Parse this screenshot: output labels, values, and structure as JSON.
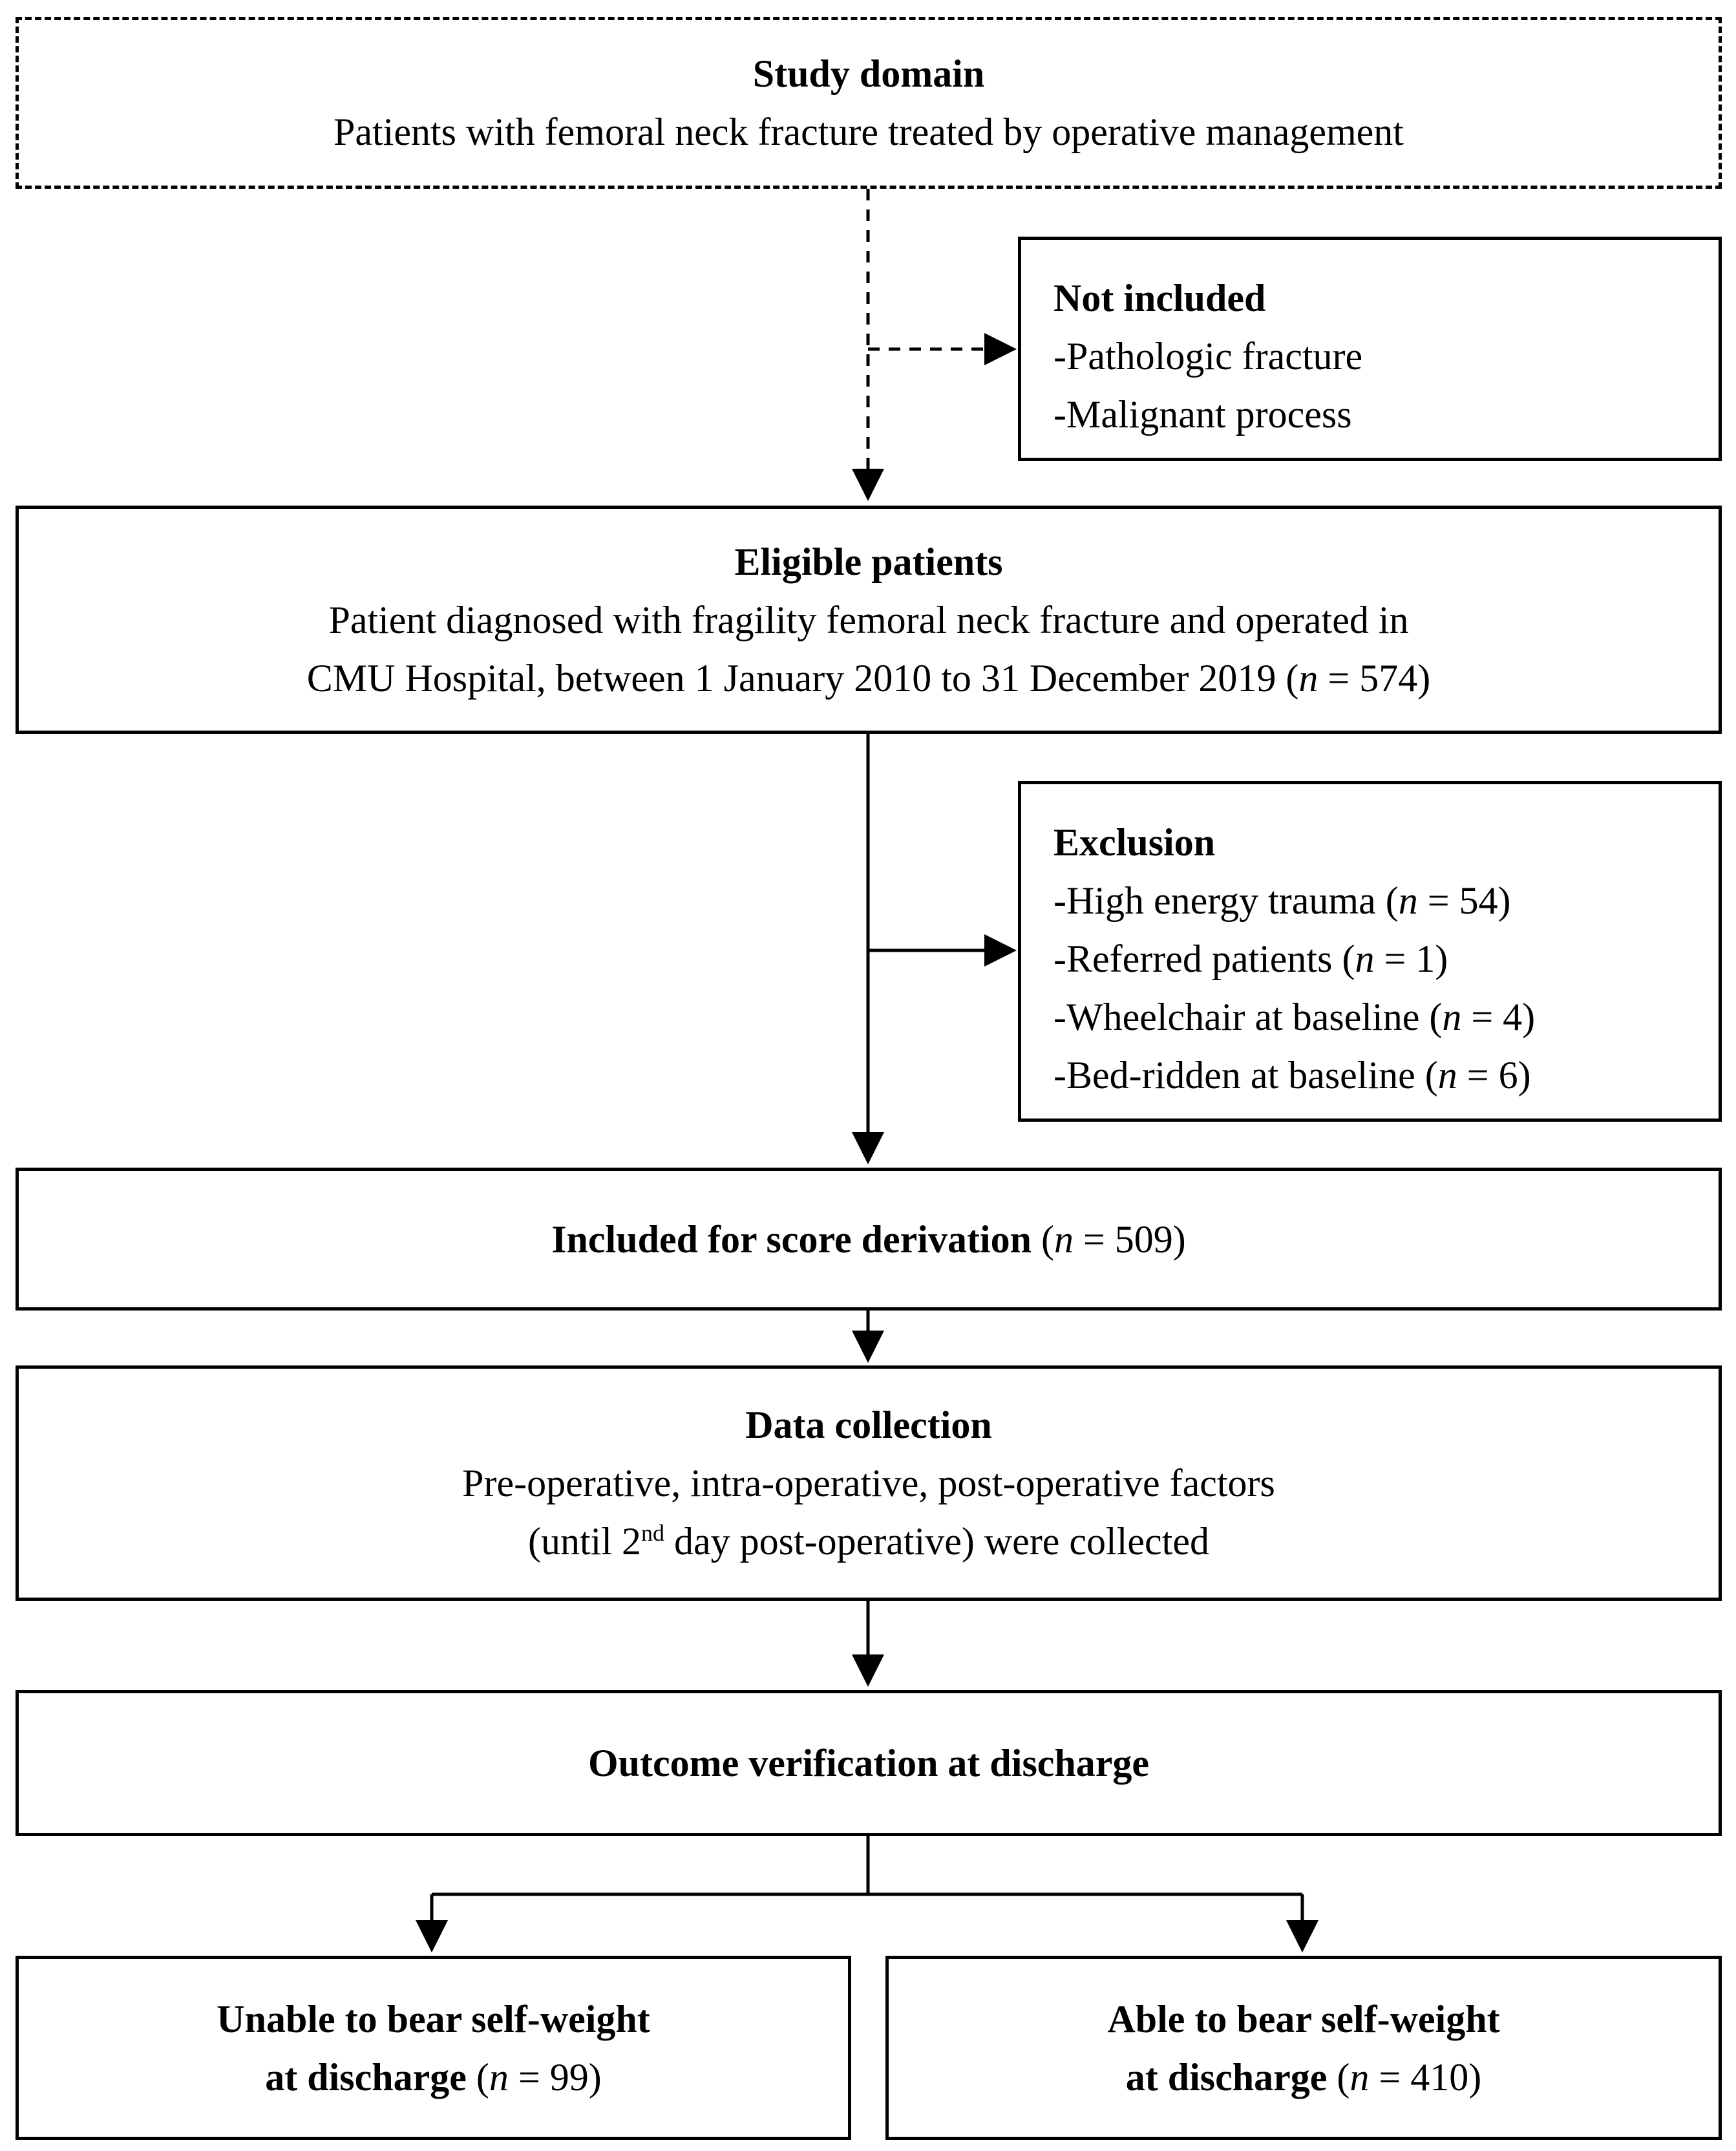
{
  "study_domain": {
    "title": "Study domain",
    "text": "Patients with femoral neck fracture treated by operative management"
  },
  "not_included": {
    "title": "Not included",
    "items": [
      "-Pathologic fracture",
      "-Malignant process"
    ]
  },
  "eligible": {
    "title": "Eligible patients",
    "line1": "Patient diagnosed with fragility femoral neck fracture and operated in",
    "line2_pre": "CMU Hospital, between 1 January 2010 to 31 December 2019 (",
    "n_symbol": "n",
    "line2_post": " = 574)"
  },
  "exclusion": {
    "title": "Exclusion",
    "items": [
      {
        "pre": "-High energy trauma (",
        "n": "n",
        "post": " = 54)"
      },
      {
        "pre": "-Referred patients (",
        "n": "n",
        "post": " = 1)"
      },
      {
        "pre": "-Wheelchair at baseline (",
        "n": "n",
        "post": " = 4)"
      },
      {
        "pre": "-Bed-ridden at baseline (",
        "n": "n",
        "post": " = 6)"
      }
    ]
  },
  "included": {
    "title": "Included for score derivation",
    "pre": " (",
    "n": "n",
    "post": " = 509)"
  },
  "data_collection": {
    "title": "Data collection",
    "line1": "Pre-operative, intra-operative, post-operative factors",
    "line2_pre": "(until 2",
    "sup": "nd",
    "line2_post": " day post-operative) were collected"
  },
  "outcome": {
    "title": "Outcome verification at discharge"
  },
  "unable": {
    "line1": "Unable to bear self-weight",
    "line2": "at discharge",
    "pre": " (",
    "n": "n",
    "post": " = 99)"
  },
  "able": {
    "line1": "Able to bear self-weight",
    "line2": "at discharge",
    "pre": " (",
    "n": "n",
    "post": " = 410)"
  }
}
